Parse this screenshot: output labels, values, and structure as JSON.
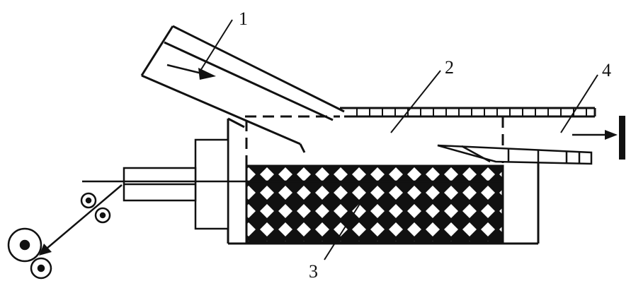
{
  "labels": {
    "one": "1",
    "two": "2",
    "three": "3",
    "four": "4"
  },
  "colors": {
    "ink": "#111111",
    "paper": "#ffffff"
  }
}
